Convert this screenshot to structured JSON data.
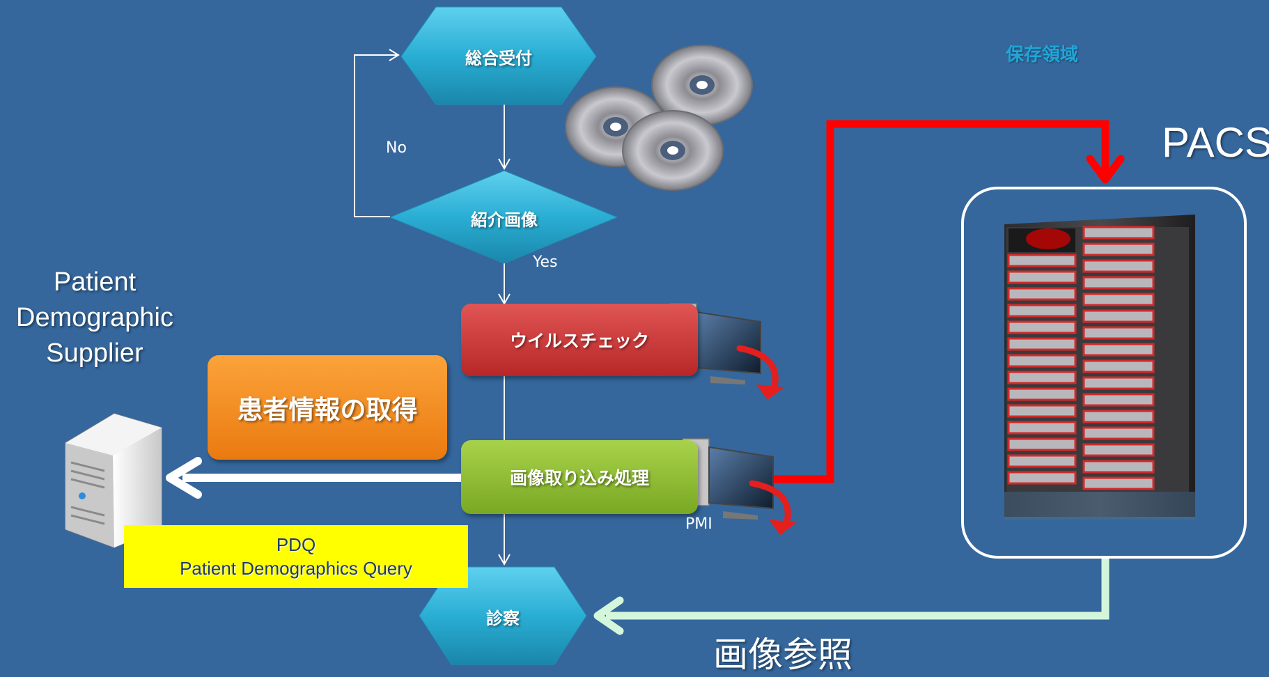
{
  "flow": {
    "reception": "総合受付",
    "referral_images": "紹介画像",
    "no_label": "No",
    "yes_label": "Yes",
    "virus_check": "ウイルスチェック",
    "import_process": "画像取り込み処理",
    "pmi_label": "PMI",
    "examination": "診察"
  },
  "patient_info": "患者情報の取得",
  "pds": {
    "line1": "Patient",
    "line2": "Demographic",
    "line3": "Supplier"
  },
  "pdq": {
    "line1": "PDQ",
    "line2": "Patient Demographics Query"
  },
  "storage_label": "保存領域",
  "pacs_label": "PACS",
  "image_reference": "画像参照",
  "colors": {
    "background": "#35679c",
    "hexagon": "#29aed3",
    "virus_box": "#c83434",
    "import_box": "#8cbc2c",
    "patient_box": "#f08a1e",
    "pdq_box": "#ffff00",
    "red_arrow": "#ff0000",
    "ref_arrow": "#d4f7dc"
  }
}
